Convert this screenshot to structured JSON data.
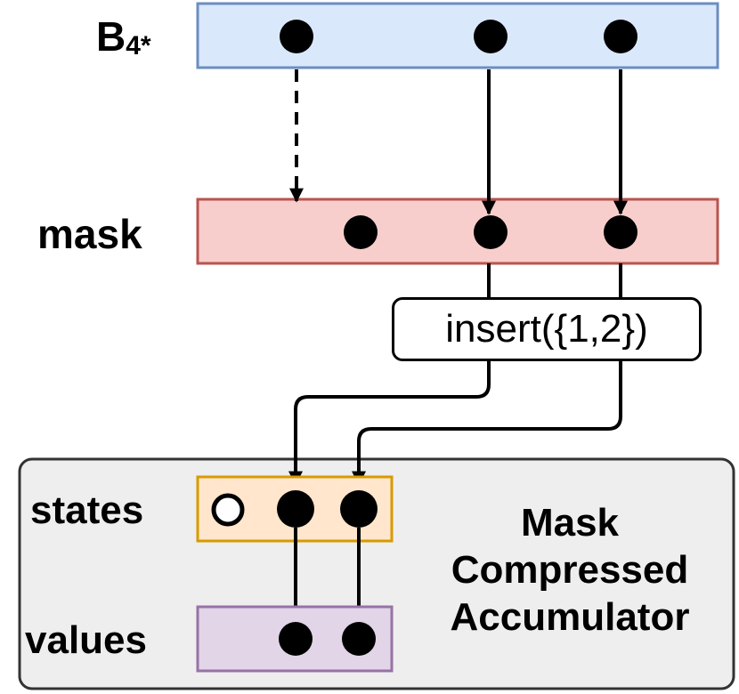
{
  "labels": {
    "b_main": "B",
    "b_sub": "4*",
    "mask": "mask",
    "states": "states",
    "values": "values"
  },
  "operation": "insert({1,2})",
  "accumulator": {
    "line1": "Mask",
    "line2": "Compressed",
    "line3": "Accumulator"
  },
  "colors": {
    "b_fill": "#dae8fc",
    "b_stroke": "#6c8ebf",
    "mask_fill": "#f8cecc",
    "mask_stroke": "#b85450",
    "states_fill": "#ffe6cc",
    "states_stroke": "#d79b00",
    "values_fill": "#e1d5e7",
    "values_stroke": "#9673a6",
    "accumulator_fill": "#eeeeee",
    "accumulator_stroke": "#333333"
  }
}
